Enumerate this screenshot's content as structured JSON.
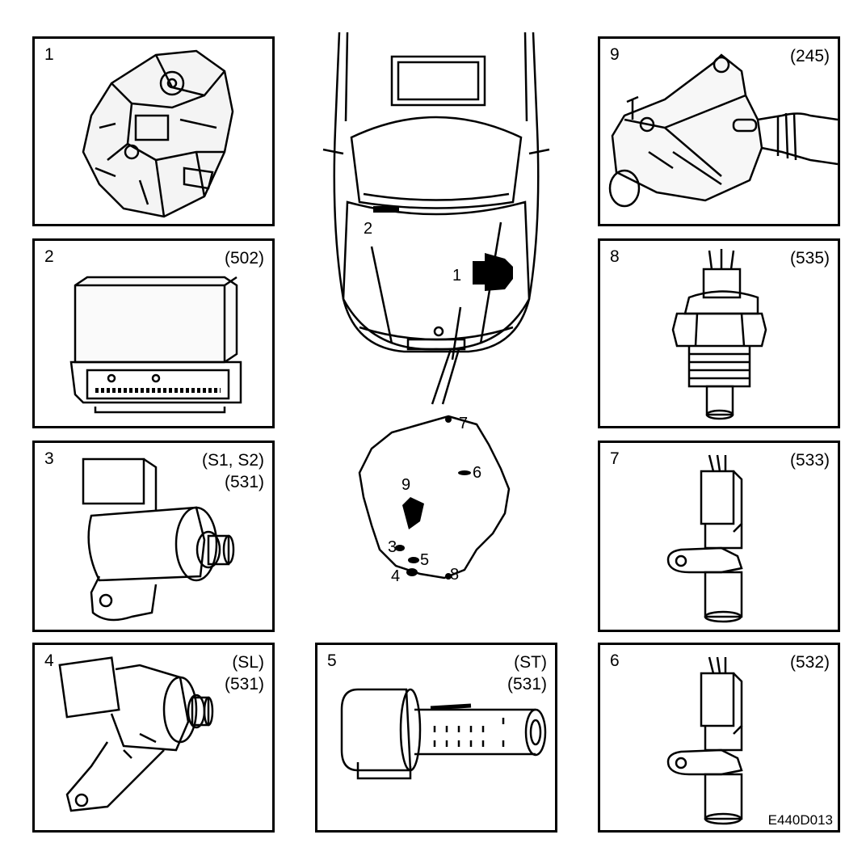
{
  "figure_code": "E440D013",
  "panels": [
    {
      "number": "1",
      "codes": []
    },
    {
      "number": "2",
      "codes": [
        "(502)"
      ]
    },
    {
      "number": "3",
      "codes": [
        "(S1, S2)",
        "(531)"
      ]
    },
    {
      "number": "4",
      "codes": [
        "(SL)",
        "(531)"
      ]
    },
    {
      "number": "5",
      "codes": [
        "(ST)",
        "(531)"
      ]
    },
    {
      "number": "6",
      "codes": [
        "(532)"
      ]
    },
    {
      "number": "7",
      "codes": [
        "(533)"
      ]
    },
    {
      "number": "8",
      "codes": [
        "(535)"
      ]
    },
    {
      "number": "9",
      "codes": [
        "(245)"
      ]
    }
  ],
  "car_callouts": [
    "1",
    "2"
  ],
  "gearbox_callouts": [
    "3",
    "4",
    "5",
    "6",
    "7",
    "8",
    "9"
  ]
}
